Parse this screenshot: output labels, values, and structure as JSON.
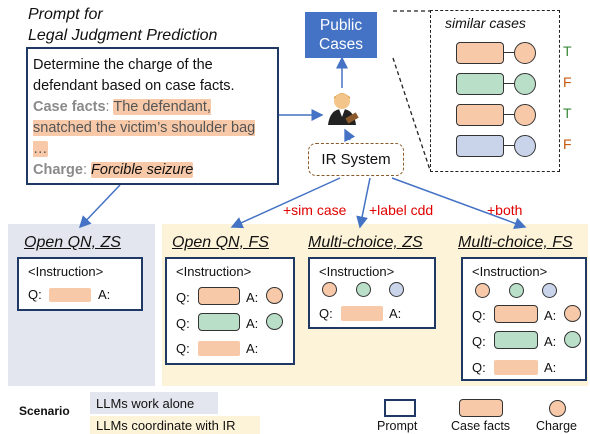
{
  "prompt_title_line1": "Prompt for",
  "prompt_title_line2": "Legal Judgment Prediction",
  "prompt_box": {
    "instruction": "Determine the charge of the defendant based on case facts.",
    "case_facts_label": "Case facts",
    "case_facts_sep": ": ",
    "case_facts_text": "The defendant, snatched the victim’s shoulder bag …",
    "charge_label": "Charge",
    "charge_sep": ": ",
    "charge_text": "Forcible seizure"
  },
  "public_cases": "Public Cases",
  "similar_cases_title": "similar cases",
  "similar_labels": [
    "T",
    "F",
    "T",
    "F"
  ],
  "colors": {
    "public_cases": "#4472c4",
    "navy": "#1f3864",
    "arrow": "#4472c4",
    "true": "#3a8a3a",
    "false": "#c55a11",
    "red": "#e00000"
  },
  "judge_icon": "judge-emoji",
  "ir_system": "IR System",
  "arrow_labels": {
    "sim_case": "+sim case",
    "label_cdd": "+label cdd",
    "both": "+both"
  },
  "scenarios": {
    "open_zs": {
      "title": "Open QN, ZS",
      "instruction": "<Instruction>",
      "q": "Q:",
      "a": "A:"
    },
    "open_fs": {
      "title": "Open QN, FS",
      "instruction": "<Instruction>",
      "q": "Q:",
      "a": "A:"
    },
    "mc_zs": {
      "title": "Multi-choice, ZS",
      "instruction": "<Instruction>",
      "q": "Q:",
      "a": "A:"
    },
    "mc_fs": {
      "title": "Multi-choice, FS",
      "instruction": "<Instruction>",
      "q": "Q:",
      "a": "A:"
    }
  },
  "legend": {
    "scenario_label": "Scenario",
    "alone": "LLMs work alone",
    "coordinate": "LLMs coordinate with IR",
    "prompt": "Prompt",
    "case_facts": "Case facts",
    "charge": "Charge"
  }
}
